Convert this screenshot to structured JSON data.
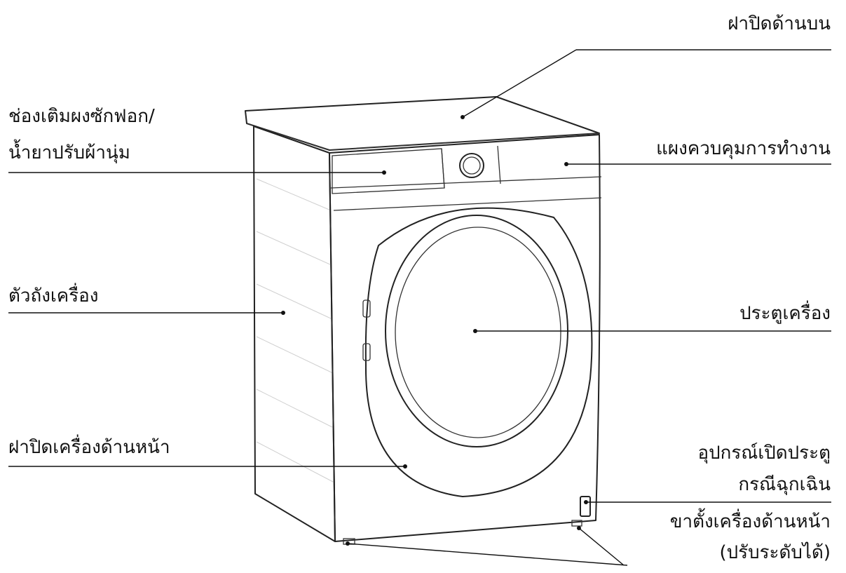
{
  "labels": {
    "top_cover": "ฝาปิดด้านบน",
    "detergent_drawer_line1": "ช่องเติมผงซักฟอก/",
    "detergent_drawer_line2": "น้ำยาปรับผ้านุ่ม",
    "control_panel": "แผงควบคุมการทำงาน",
    "cabinet": "ตัวถังเครื่อง",
    "door": "ประตูเครื่อง",
    "front_cover": "ฝาปิดเครื่องด้านหน้า",
    "emergency_release_line1": "อุปกรณ์เปิดประตู",
    "emergency_release_line2": "กรณีฉุกเฉิน",
    "front_feet_line1": "ขาตั้งเครื่องด้านหน้า",
    "front_feet_line2": "(ปรับระดับได้)"
  },
  "colors": {
    "line": "#222222",
    "text": "#111111",
    "background": "#ffffff"
  }
}
